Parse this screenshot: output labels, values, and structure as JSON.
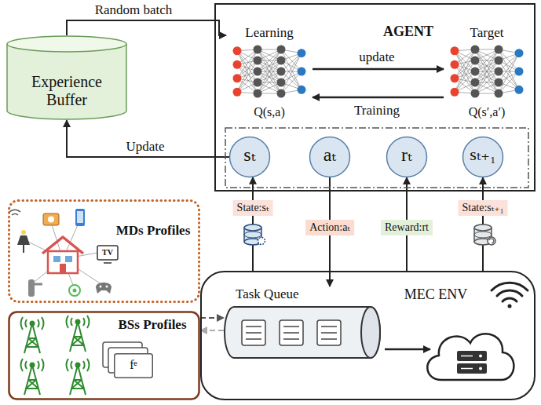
{
  "diagram": {
    "nodes": [
      {
        "text": [
          "Experience Buffer"
        ]
      },
      {
        "text": [
          "AGENT"
        ]
      },
      {
        "text": [
          "Learning",
          "Q(s,a)"
        ],
        "in": 1
      },
      {
        "text": [
          "Target",
          "Q(s′,a′)"
        ],
        "in": 1
      },
      {
        "text": [
          "sₜ"
        ],
        "in": 1
      },
      {
        "text": [
          "aₜ"
        ],
        "in": 1
      },
      {
        "text": [
          "rₜ"
        ],
        "in": 1
      },
      {
        "text": [
          "sₜ₊₁"
        ],
        "in": 1
      },
      {
        "text": [
          "MDs Profiles"
        ]
      },
      {
        "text": [
          "BSs Profiles"
        ]
      },
      {
        "text": [
          "fᵉ"
        ],
        "in": 9
      },
      {
        "text": [
          "MEC ENV"
        ]
      },
      {
        "text": [
          "Task Queue"
        ],
        "in": 11
      }
    ],
    "edges": [
      {
        "from": 0,
        "to": 2,
        "arrow": "to",
        "label": "Random batch"
      },
      {
        "from": 4,
        "to": 0,
        "arrow": "to",
        "label": "Update"
      },
      {
        "from": 2,
        "to": 3,
        "arrow": "to",
        "label": "update"
      },
      {
        "from": 3,
        "to": 2,
        "arrow": "to",
        "label": "Training"
      },
      {
        "from": 11,
        "to": 4,
        "arrow": "to",
        "label": "State:sₜ"
      },
      {
        "from": 5,
        "to": 12,
        "arrow": "to",
        "label": "Action:aₜ"
      },
      {
        "from": 11,
        "to": 6,
        "arrow": "to",
        "label": "Reward:rt"
      },
      {
        "from": 11,
        "to": 7,
        "arrow": "to",
        "label": "State:sₜ₊₁"
      },
      {
        "from": 9,
        "to": 12,
        "arrow": "to"
      },
      {
        "from": 12,
        "to": 9,
        "arrow": "to"
      }
    ],
    "labels": [
      "TV"
    ]
  }
}
